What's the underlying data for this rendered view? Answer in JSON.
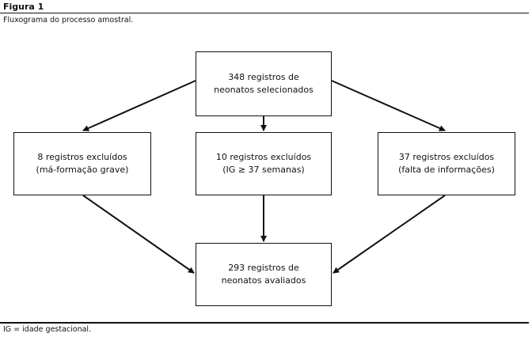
{
  "figure": {
    "label": "Figura 1",
    "caption": "Fluxograma do processo amostral."
  },
  "boxes": {
    "top": {
      "line1": "348 registros de",
      "line2": "neonatos selecionados"
    },
    "left": {
      "line1": "8 registros excluídos",
      "line2": "(má-formação grave)"
    },
    "middle": {
      "line1": "10 registros excluídos",
      "line2": "(IG ≥ 37 semanas)"
    },
    "right": {
      "line1": "37 registros excluídos",
      "line2": "(falta de informações)"
    },
    "bottom": {
      "line1": "293 registros de",
      "line2": "neonatos avaliados"
    }
  },
  "footnote": "IG = idade gestacional."
}
